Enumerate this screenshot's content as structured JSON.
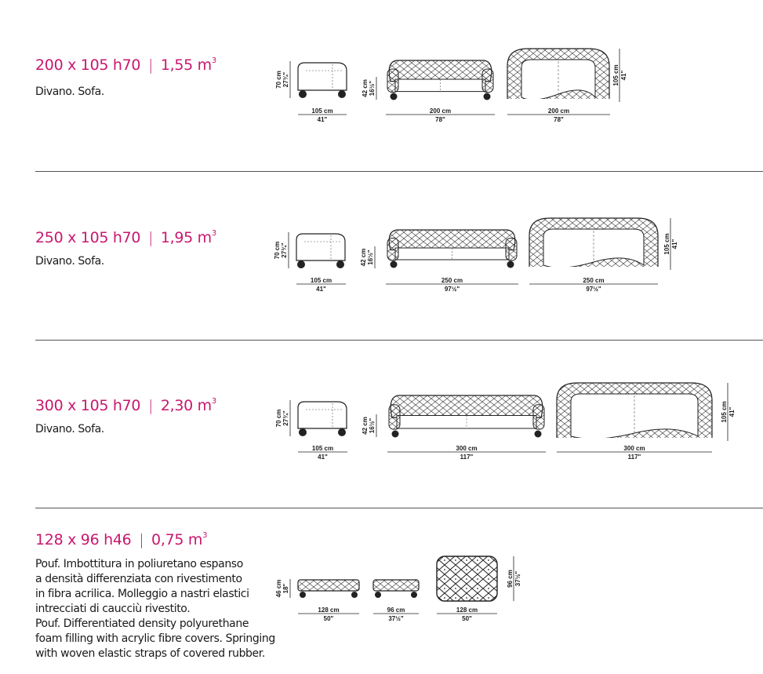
{
  "sections": [
    {
      "title": "200 x 105 h70",
      "volume": "1,55 m",
      "volume_exp": "3",
      "desc": [
        "Divano. Sofa."
      ],
      "dims": {
        "side_h_cm": "70 cm",
        "side_h_in": "27¾\"",
        "side_w_cm": "105 cm",
        "side_w_in": "41\"",
        "front_h_cm": "42 cm",
        "front_h_in": "16½\"",
        "front_w_cm": "200 cm",
        "front_w_in": "78\"",
        "top_w_cm": "200 cm",
        "top_w_in": "78\"",
        "top_d_cm": "105 cm",
        "top_d_in": "41\""
      }
    },
    {
      "title": "250 x 105 h70",
      "volume": "1,95 m",
      "volume_exp": "3",
      "desc": [
        "Divano. Sofa."
      ],
      "dims": {
        "side_h_cm": "70 cm",
        "side_h_in": "27¾\"",
        "side_w_cm": "105 cm",
        "side_w_in": "41\"",
        "front_h_cm": "42 cm",
        "front_h_in": "16½\"",
        "front_w_cm": "250 cm",
        "front_w_in": "97½\"",
        "top_w_cm": "250 cm",
        "top_w_in": "97½\"",
        "top_d_cm": "105 cm",
        "top_d_in": "41\""
      }
    },
    {
      "title": "300 x 105 h70",
      "volume": "2,30 m",
      "volume_exp": "3",
      "desc": [
        "Divano. Sofa."
      ],
      "dims": {
        "side_h_cm": "70 cm",
        "side_h_in": "27¾\"",
        "side_w_cm": "105 cm",
        "side_w_in": "41\"",
        "front_h_cm": "42 cm",
        "front_h_in": "16½\"",
        "front_w_cm": "300 cm",
        "front_w_in": "117\"",
        "top_w_cm": "300 cm",
        "top_w_in": "117\"",
        "top_d_cm": "105 cm",
        "top_d_in": "41\""
      }
    },
    {
      "title": "128 x 96 h46",
      "volume": "0,75 m",
      "volume_exp": "3",
      "desc": [
        "Pouf. Imbottitura in poliuretano espanso",
        "a densità differenziata con rivestimento",
        "in fibra acrilica. Molleggio a nastri elastici",
        "intrecciati di caucciù rivestito.",
        "Pouf. Differentiated density polyurethane",
        "foam filling with acrylic fibre covers. Springing",
        "with woven elastic straps of covered rubber."
      ],
      "dims": {
        "h_cm": "46 cm",
        "h_in": "18\"",
        "w1_cm": "128 cm",
        "w1_in": "50\"",
        "w2_cm": "96 cm",
        "w2_in": "37½\"",
        "w3_cm": "128 cm",
        "w3_in": "50\"",
        "d_cm": "96 cm",
        "d_in": "37½\""
      }
    }
  ]
}
